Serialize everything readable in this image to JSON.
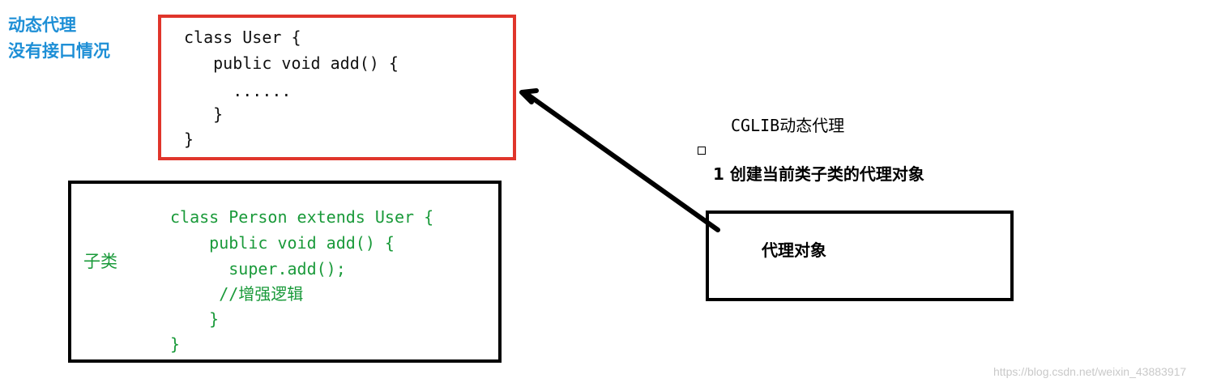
{
  "heading": {
    "line1": "动态代理",
    "line2": "没有接口情况"
  },
  "user_class": {
    "lines": [
      "class User {",
      "   public void add() {",
      "     ......",
      "   }",
      " }"
    ]
  },
  "subclass": {
    "label": "子类",
    "lines": [
      "class Person extends User {",
      "    public void add() {",
      "      super.add();",
      "     //增强逻辑",
      "    }",
      "}"
    ]
  },
  "cglib": {
    "title": "CGLIB动态代理",
    "step1": "1  创建当前类子类的代理对象"
  },
  "proxy_box": {
    "label": "代理对象"
  },
  "watermark": "https://blog.csdn.net/weixin_43883917",
  "colors": {
    "heading": "#1e8fd6",
    "user_box_border": "#e0352b",
    "subclass_text": "#1a9a3a",
    "box_border": "#000000"
  }
}
